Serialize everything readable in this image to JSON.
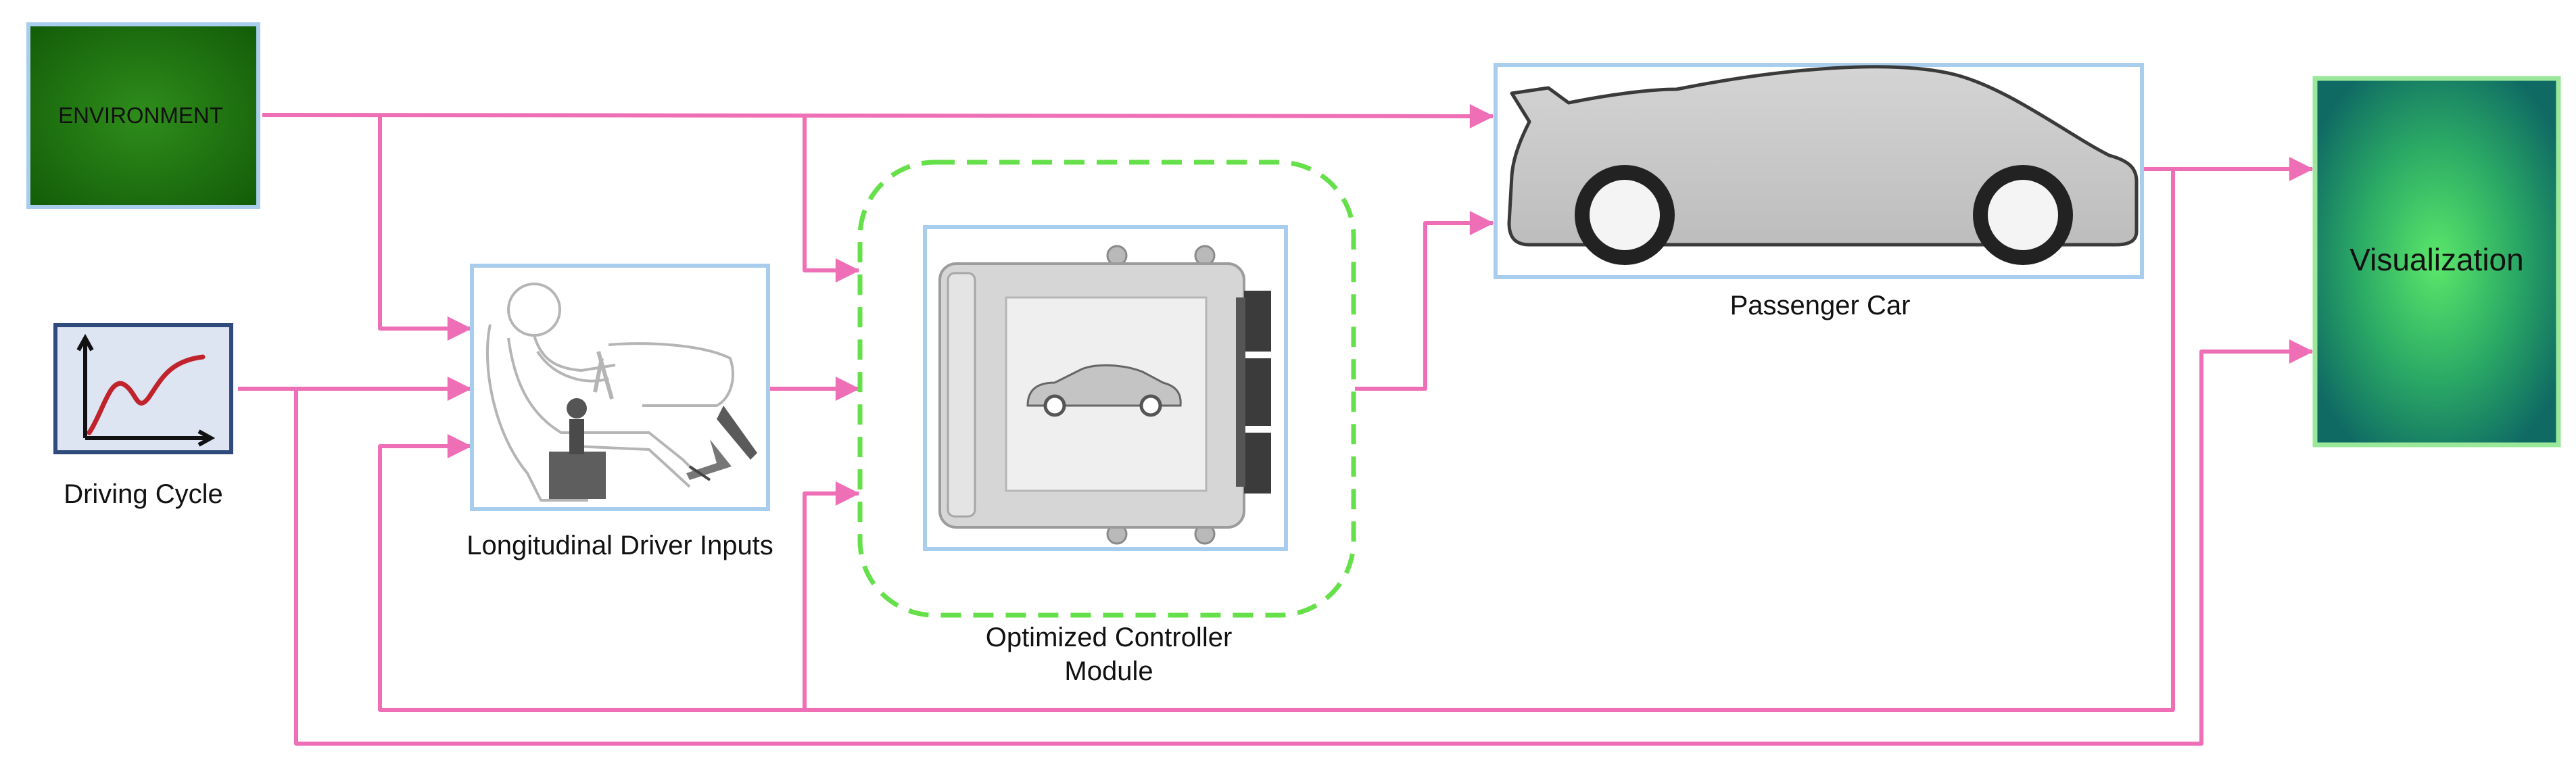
{
  "blocks": {
    "environment": {
      "label": "ENVIRONMENT"
    },
    "driving_cycle": {
      "label": "Driving Cycle"
    },
    "driver_inputs": {
      "label": "Longitudinal Driver Inputs"
    },
    "controller": {
      "label_line1": "Optimized Controller",
      "label_line2": "Module"
    },
    "passenger_car": {
      "label": "Passenger Car"
    },
    "visualization": {
      "label": "Visualization"
    }
  },
  "icons": {
    "driving_cycle": "speed-curve-icon",
    "driver": "driver-pedals-icon",
    "controller": "ecu-module-icon",
    "car": "sports-car-icon"
  },
  "colors": {
    "connector": "#ee6fb6",
    "block_border": "#a9cdec",
    "controller_dash": "#66e04a",
    "environment_fill": "#1f7a10",
    "visualization_center": "#5be86a",
    "visualization_edge": "#0f6a64",
    "visualization_border": "#9be89a"
  }
}
